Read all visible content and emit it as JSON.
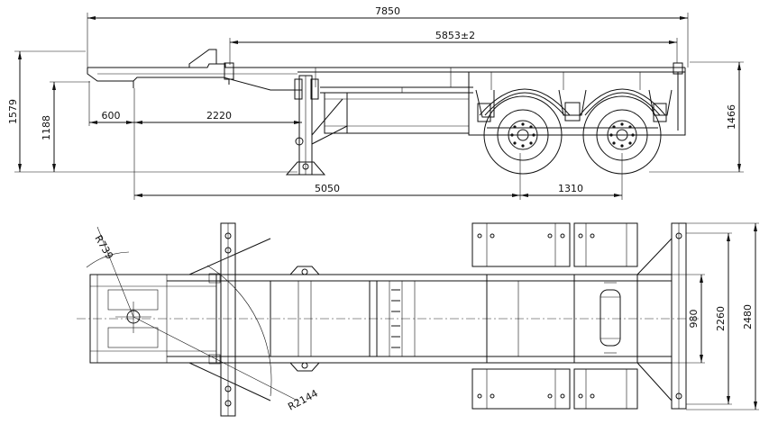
{
  "side_view": {
    "dims": {
      "overall_length": "7850",
      "kingpin_to_rear": "5853±2",
      "front_overhang": "600",
      "kingpin_to_legs": "2220",
      "kingpin_to_axle": "5050",
      "axle_spread": "1310",
      "deck_height": "1579",
      "fifth_wheel_height": "1188",
      "rear_height": "1466"
    }
  },
  "plan_view": {
    "dims": {
      "radius_front": "R739",
      "radius_swing": "R2144",
      "inner_width": "980",
      "twistlock_span": "2260",
      "overall_width": "2480"
    }
  }
}
